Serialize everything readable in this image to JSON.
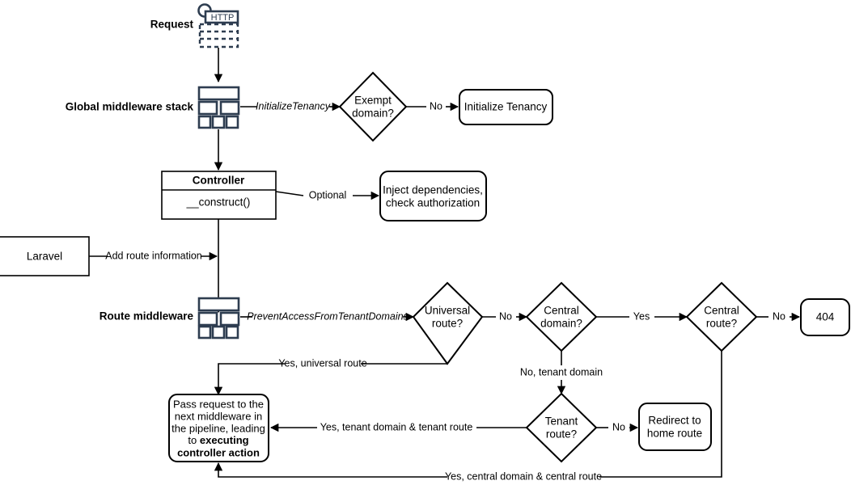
{
  "diagram": {
    "title": "Laravel multi-tenancy request lifecycle flowchart",
    "background": "#ffffff",
    "stroke_color": "#000000",
    "icon_color": "#2e3d50"
  },
  "lane_labels": {
    "request": "Request",
    "global_middleware": "Global middleware stack",
    "route_middleware": "Route middleware"
  },
  "nodes": {
    "http_icon_label": "HTTP",
    "controller_title": "Controller",
    "controller_method": "__construct()",
    "exempt_domain_line1": "Exempt",
    "exempt_domain_line2": "domain?",
    "initialize_tenancy": "Initialize Tenancy",
    "inject_line1": "Inject dependencies,",
    "inject_line2": "check authorization",
    "laravel": "Laravel",
    "universal_route_line1": "Universal",
    "universal_route_line2": "route?",
    "central_domain_line1": "Central",
    "central_domain_line2": "domain?",
    "central_route_line1": "Central",
    "central_route_line2": "route?",
    "not_found": "404",
    "tenant_route_line1": "Tenant",
    "tenant_route_line2": "route?",
    "redirect_line1": "Redirect to",
    "redirect_line2": "home route",
    "pass_request_line1": "Pass request to the",
    "pass_request_line2": "next middleware in",
    "pass_request_line3": "the pipeline, leading",
    "pass_request_line4_normal": "to ",
    "pass_request_line4_bold": "executing",
    "pass_request_line5_bold": "controller action"
  },
  "edge_labels": {
    "initialize_tenancy_mw": "InitializeTenancy",
    "exempt_no": "No",
    "optional": "Optional",
    "add_route_information": "Add route information",
    "prevent_access_mw": "PreventAccessFromTenantDomains",
    "universal_no": "No",
    "central_domain_yes": "Yes",
    "central_route_no": "No",
    "yes_universal_route": "Yes, universal route",
    "no_tenant_domain": "No, tenant domain",
    "tenant_route_no": "No",
    "yes_tenant_domain_tenant_route": "Yes, tenant domain & tenant route",
    "yes_central_domain_central_route": "Yes, central domain & central route"
  },
  "icons": {
    "request_icon": "http-request-icon",
    "middleware_stack_icon": "middleware-stack-icon"
  }
}
